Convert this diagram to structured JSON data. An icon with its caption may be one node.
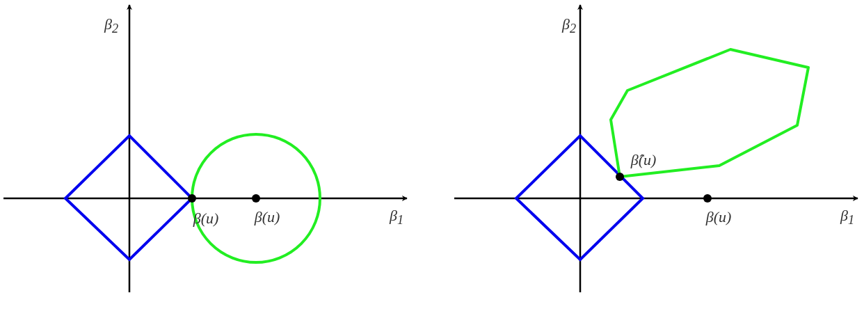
{
  "diagram": {
    "labels": [
      "β$_{2}$",
      "β(u)",
      "β(u)",
      "β$_{1}$",
      "β$_{2}$",
      "β̂(u)",
      "β(u)",
      "β$_{1}$"
    ]
  }
}
